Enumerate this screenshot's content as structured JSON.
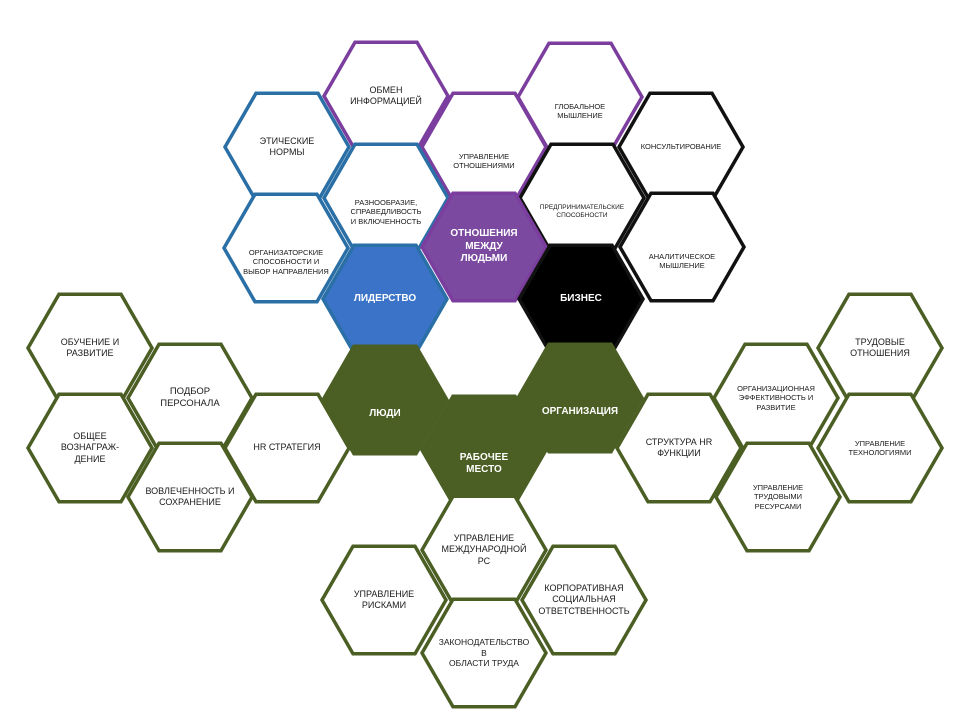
{
  "colors": {
    "leadership": "#3a73c7",
    "relations": "#7b4aa0",
    "business": "#000000",
    "people": "#4b5e23",
    "organization": "#4b5e23",
    "workplace": "#4b5e23",
    "outline_green": "#4b5e23",
    "outline_blue": "#2a6fa6",
    "outline_purple": "#7b3e9e",
    "outline_black": "#111111"
  },
  "hexes": [
    {
      "id": "obmen",
      "label": "ОБМЕН\nИНФОРМАЦИЕЙ",
      "icon": "speech-bubbles-icon"
    },
    {
      "id": "globalnoe",
      "label": "ГЛОБАЛЬНОЕ\nМЫШЛЕНИЕ",
      "icon": "globe-icon"
    },
    {
      "id": "eticheskie",
      "label": "ЭТИЧЕСКИЕ\nНОРМЫ",
      "icon": "scales-icon"
    },
    {
      "id": "upravlenie-otnosheniyami",
      "label": "УПРАВЛЕНИЕ\nОТНОШЕНИЯМИ",
      "icon": "handshake-icon"
    },
    {
      "id": "konsultirovanie",
      "label": "КОНСУЛЬТИРОВАНИЕ",
      "icon": "presenter-icon"
    },
    {
      "id": "raznoobrazie",
      "label": "РАЗНООБРАЗИЕ,\nСПРАВЕДЛИВОСТЬ\nИ ВКЛЮЧЕННОСТЬ",
      "icon": "group-globe-icon"
    },
    {
      "id": "predprinimatelskie",
      "label": "ПРЕДПРИНИМАТЕЛЬСКИЕ\nСПОСОБНОСТИ",
      "icon": "growth-chart-icon"
    },
    {
      "id": "organizatorskie",
      "label": "ОРГАНИЗАТОРСКИЕ\nСПОСОБНОСТИ И\nВЫБОР НАПРАВЛЕНИЯ",
      "icon": "compass-icon"
    },
    {
      "id": "otnosheniya-mezhdu-lyudmi",
      "label": "ОТНОШЕНИЯ\nМЕЖДУ\nЛЮДЬМИ"
    },
    {
      "id": "analiticheskoe",
      "label": "АНАЛИТИЧЕСКОЕ\nМЫШЛЕНИЕ",
      "icon": "line-chart-icon"
    },
    {
      "id": "liderstvo",
      "label": "ЛИДЕРСТВО"
    },
    {
      "id": "biznes",
      "label": "БИЗНЕС"
    },
    {
      "id": "obuchenie",
      "label": "ОБУЧЕНИЕ И\nРАЗВИТИЕ"
    },
    {
      "id": "trudovye-otnosheniya",
      "label": "ТРУДОВЫЕ\nОТНОШЕНИЯ"
    },
    {
      "id": "podbor",
      "label": "ПОДБОР\nПЕРСОНАЛА"
    },
    {
      "id": "lyudi",
      "label": "ЛЮДИ",
      "icon": "people-icon"
    },
    {
      "id": "organizaciya",
      "label": "ОРГАНИЗАЦИЯ",
      "icon": "org-chart-icon"
    },
    {
      "id": "org-effektivnost",
      "label": "ОРГАНИЗАЦИОННАЯ\nЭФФЕКТИВНОСТЬ И\nРАЗВИТИЕ"
    },
    {
      "id": "obshchee-voznagrazhdenie",
      "label": "ОБЩЕЕ\nВОЗНАГРАЖ-\nДЕНИЕ"
    },
    {
      "id": "hr-strategiya",
      "label": "HR СТРАТЕГИЯ"
    },
    {
      "id": "rabochee-mesto",
      "label": "РАБОЧЕЕ\nМЕСТО",
      "icon": "buildings-icon"
    },
    {
      "id": "struktura-hr",
      "label": "СТРУКТУРА HR\nФУНКЦИИ"
    },
    {
      "id": "upravlenie-tehnologiyami",
      "label": "УПРАВЛЕНИЕ\nТЕХНОЛОГИЯМИ"
    },
    {
      "id": "vovlechennost",
      "label": "ВОВЛЕЧЕННОСТЬ И\nСОХРАНЕНИЕ"
    },
    {
      "id": "upravlenie-trudovymi",
      "label": "УПРАВЛЕНИЕ\nТРУДОВЫМИ\nРЕСУРСАМИ"
    },
    {
      "id": "mezhdunarodnoy-rs",
      "label": "УПРАВЛЕНИЕ\nМЕЖДУНАРОДНОЙ РС"
    },
    {
      "id": "riski",
      "label": "УПРАВЛЕНИЕ\nРИСКАМИ"
    },
    {
      "id": "kso",
      "label": "КОРПОРАТИВНАЯ\nСОЦИАЛЬНАЯ\nОТВЕТСТВЕННОСТЬ"
    },
    {
      "id": "zakonodatelstvo",
      "label": "ЗАКОНОДАТЕЛЬСТВО В\nОБЛАСТИ ТРУДА"
    }
  ]
}
